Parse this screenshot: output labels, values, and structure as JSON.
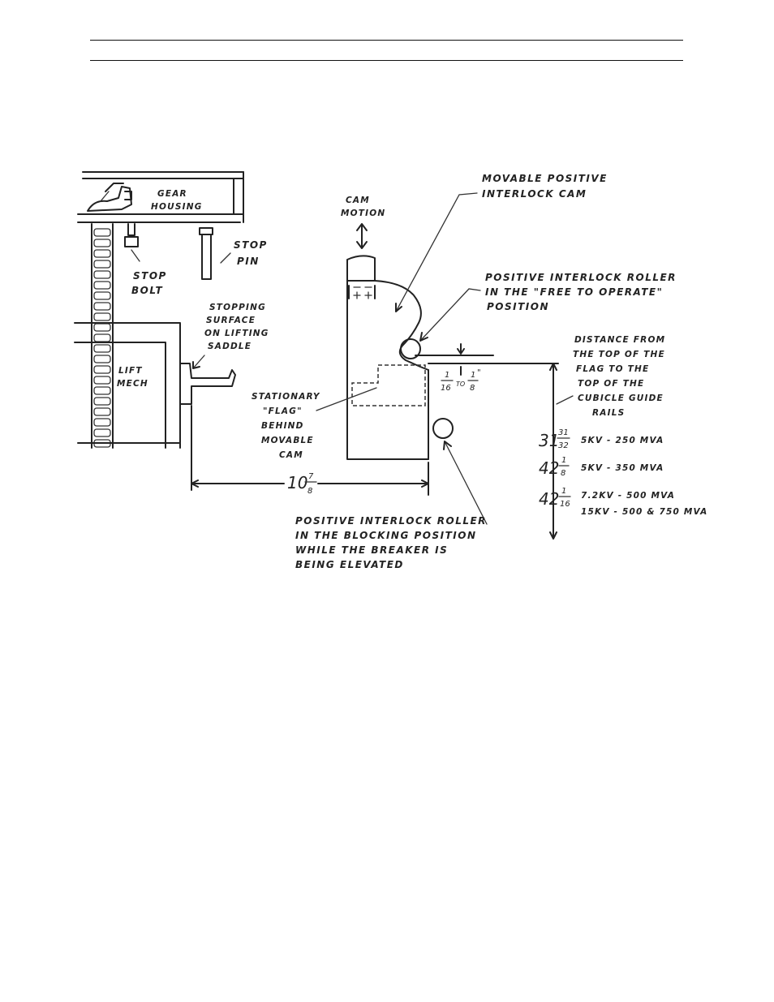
{
  "labels": {
    "gear_housing": [
      "GEAR",
      "HOUSING"
    ],
    "stop_pin": [
      "STOP",
      "PIN"
    ],
    "stop_bolt": [
      "STOP",
      "BOLT"
    ],
    "stopping_surface": [
      "STOPPING",
      "SURFACE",
      "ON LIFTING",
      "SADDLE"
    ],
    "lift_mech": [
      "LIFT",
      "MECH"
    ],
    "cam_motion": [
      "CAM",
      "MOTION"
    ],
    "movable_cam": [
      "MOVABLE POSITIVE",
      "INTERLOCK CAM"
    ],
    "roller_free": [
      "POSITIVE INTERLOCK ROLLER",
      "IN THE \"FREE TO OPERATE\"",
      "POSITION"
    ],
    "distance": [
      "DISTANCE FROM",
      "THE TOP OF THE",
      "FLAG TO THE",
      "TOP OF THE",
      "CUBICLE GUIDE",
      "RAILS"
    ],
    "flag": [
      "STATIONARY",
      "\"FLAG\"",
      "BEHIND",
      "MOVABLE",
      "CAM"
    ],
    "roller_blocking": [
      "POSITIVE INTERLOCK ROLLER",
      "IN THE BLOCKING POSITION",
      "WHILE THE BREAKER IS",
      "BEING ELEVATED"
    ]
  },
  "dimensions": {
    "horizontal": {
      "whole": "10",
      "num": "7",
      "den": "8"
    },
    "gap": {
      "a_num": "1",
      "a_den": "16",
      "to": "TO",
      "b_num": "1",
      "b_den": "8",
      "mark": "\""
    }
  },
  "ratings": [
    {
      "whole": "31",
      "num": "31",
      "den": "32",
      "text": "5KV - 250 MVA"
    },
    {
      "whole": "42",
      "num": "1",
      "den": "8",
      "text": "5KV - 350 MVA"
    },
    {
      "whole": "42",
      "num": "1",
      "den": "16",
      "text": "7.2KV - 500 MVA",
      "text2": "15KV - 500 & 750 MVA"
    }
  ]
}
